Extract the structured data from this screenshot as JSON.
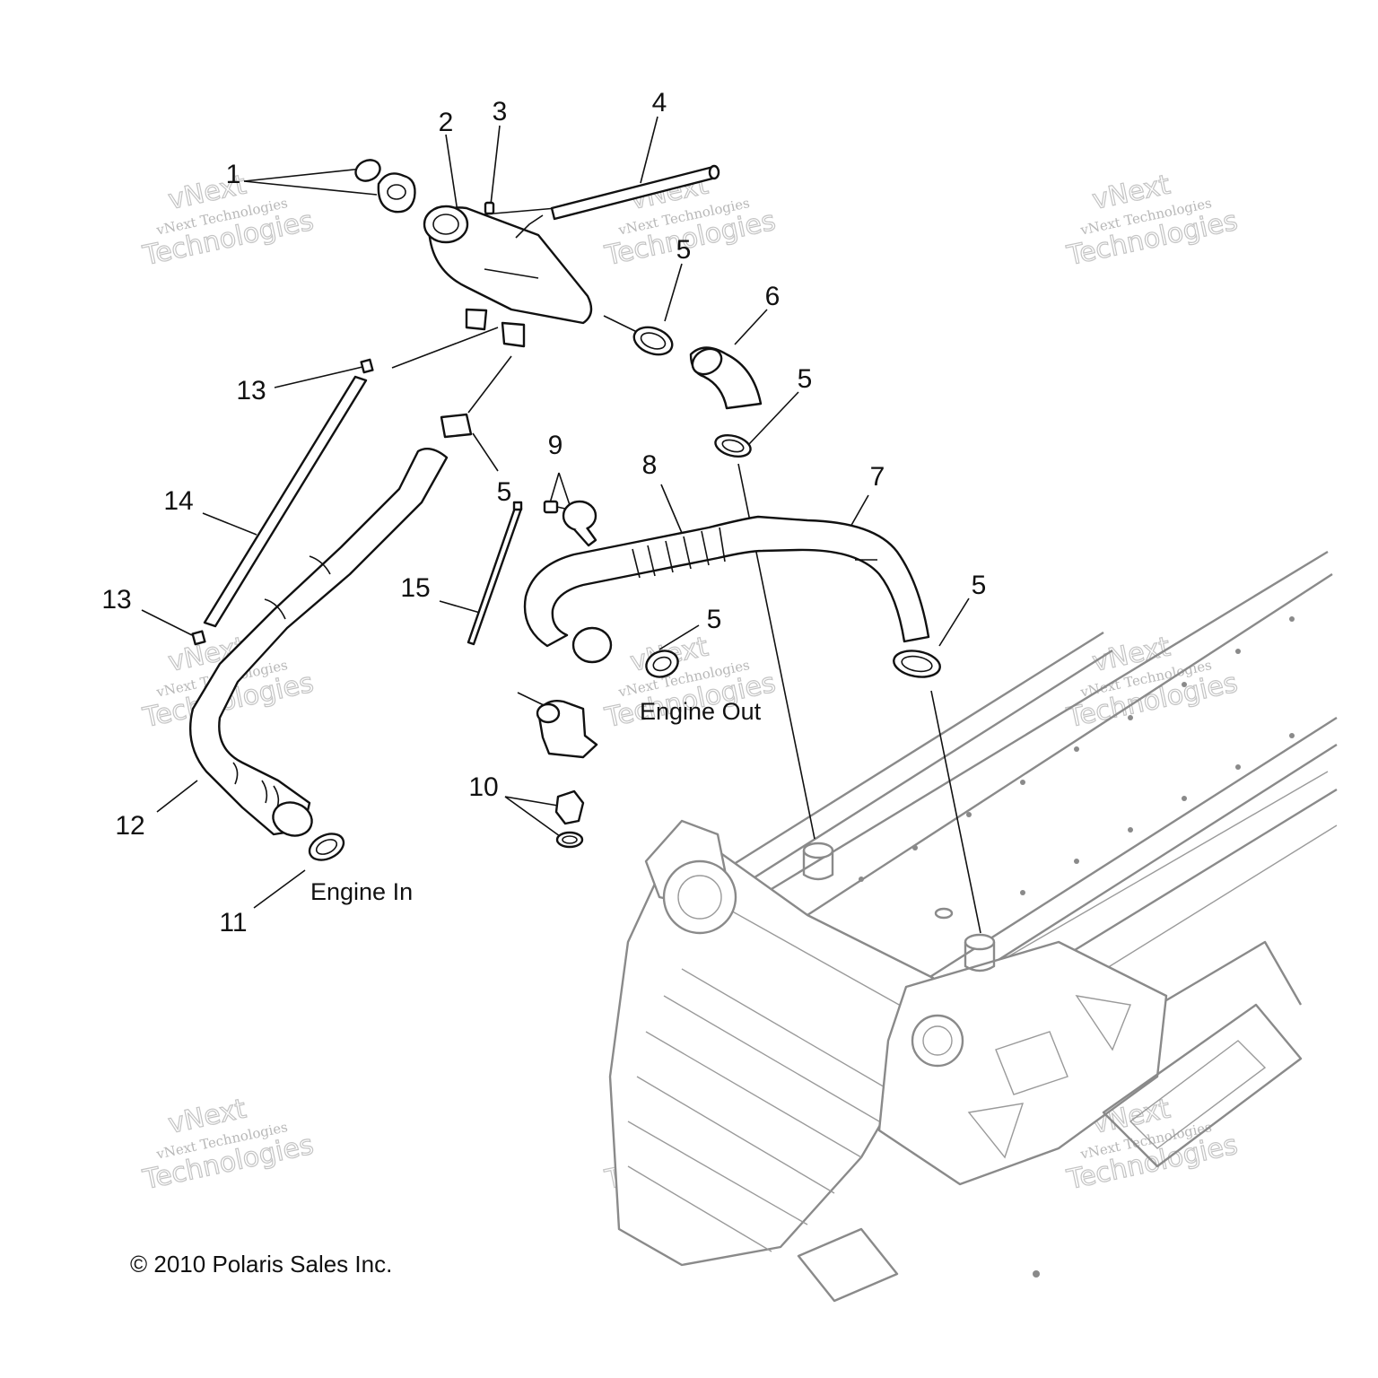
{
  "labels": {
    "p1": "1",
    "p2": "2",
    "p3": "3",
    "p4": "4",
    "p5a": "5",
    "p5b": "5",
    "p5c": "5",
    "p5d": "5",
    "p5e": "5",
    "p6": "6",
    "p7": "7",
    "p8": "8",
    "p9": "9",
    "p10": "10",
    "p11": "11",
    "p12": "12",
    "p13a": "13",
    "p13b": "13",
    "p14": "14",
    "p15": "15"
  },
  "callouts": {
    "engine_out": "Engine Out",
    "engine_in": "Engine In"
  },
  "watermark": {
    "line1": "vNext",
    "line2": "vNext Technologies",
    "line3": "Technologies"
  },
  "copyright": "© 2010 Polaris Sales Inc."
}
